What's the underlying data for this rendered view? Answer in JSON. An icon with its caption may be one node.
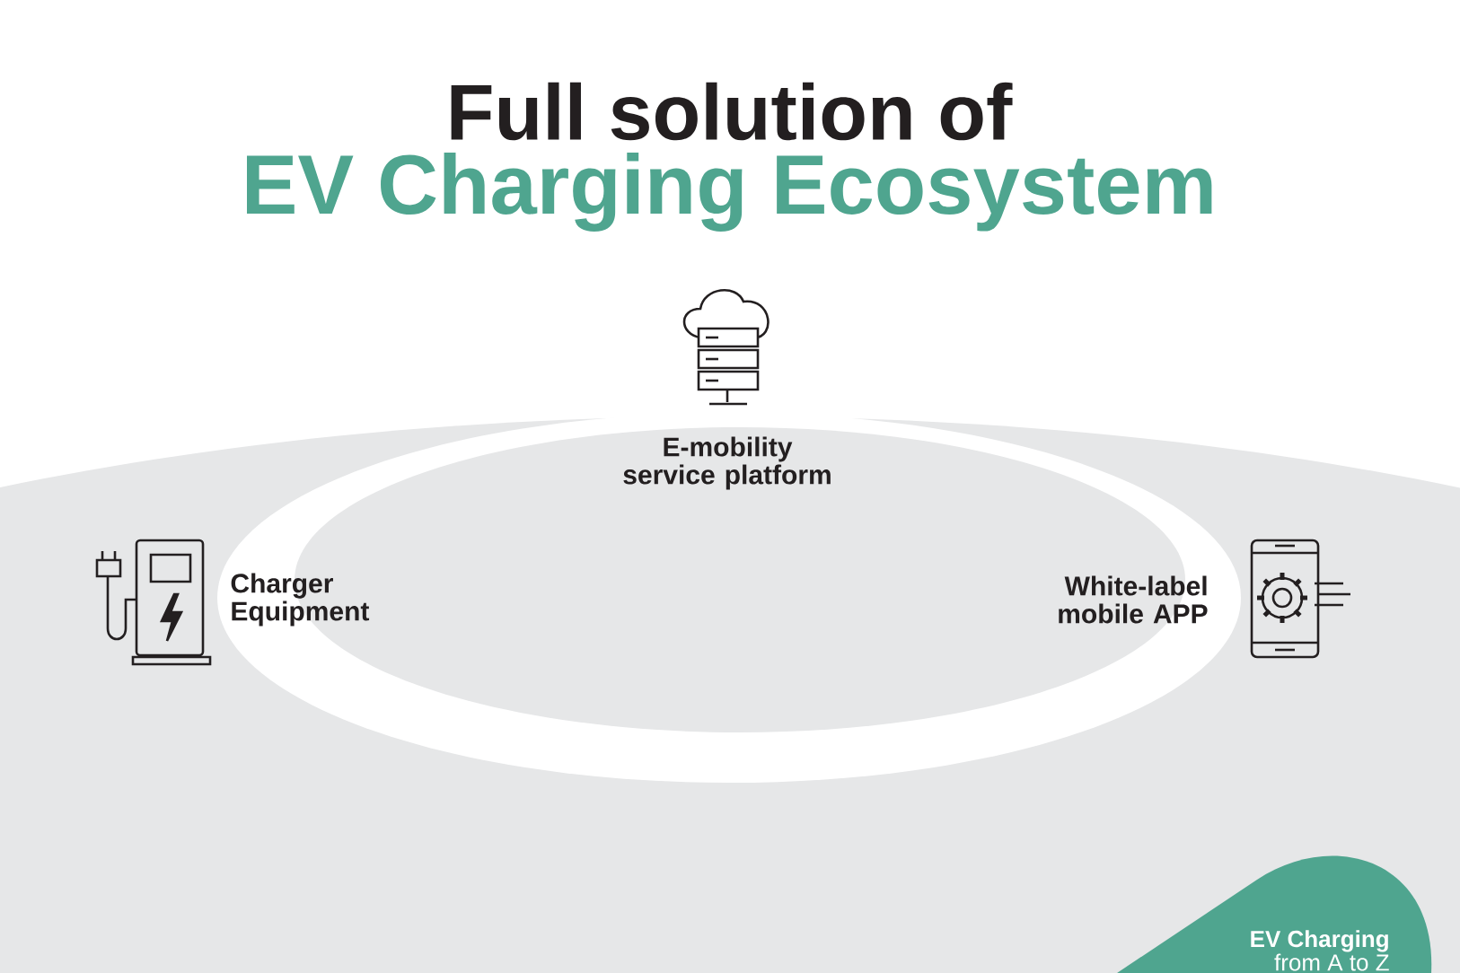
{
  "diagram": {
    "title": "Full solution of",
    "nodes": [
      {
        "text": [
          "E-mobility service platform"
        ]
      },
      {
        "text": [
          "Charger Equipment"
        ]
      },
      {
        "text": [
          "White-label mobile APP"
        ]
      },
      {
        "text": [
          "EV Charging",
          "from A to Z"
        ]
      }
    ],
    "labels": [
      "EV Charging Ecosystem"
    ]
  }
}
